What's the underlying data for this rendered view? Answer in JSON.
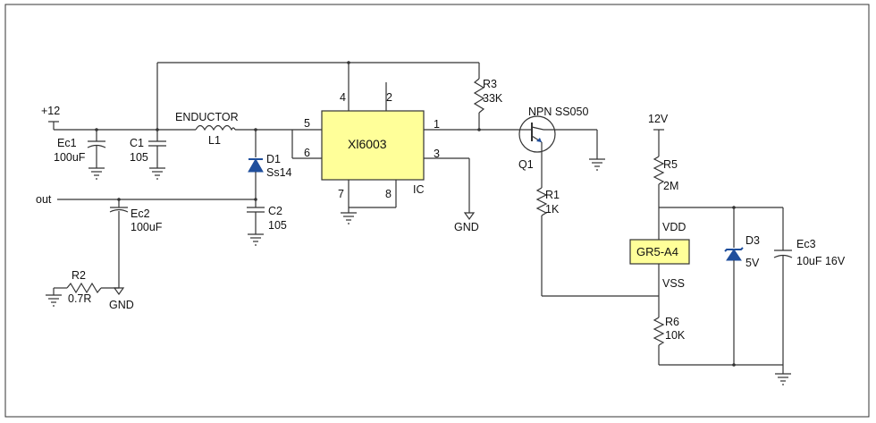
{
  "colors": {
    "ic_fill": "#ffff99",
    "module_fill": "#ffff99",
    "diode_fill": "#1f4e9c",
    "wire": "#333333"
  },
  "labels": {
    "vin": "+12",
    "ec1_name": "Ec1",
    "ec1_value": "100uF",
    "c1_name": "C1",
    "c1_value": "105",
    "inductor_title": "ENDUCTOR",
    "l1_name": "L1",
    "d1_name": "D1",
    "d1_value": "Ss14",
    "c2_name": "C2",
    "c2_value": "105",
    "out": "out",
    "ec2_name": "Ec2",
    "ec2_value": "100uF",
    "r2_name": "R2",
    "r2_value": "0.7R",
    "gnd1": "GND",
    "ic_name": "Xl6003",
    "ic_tag": "IC",
    "pin1": "1",
    "pin2": "2",
    "pin3": "3",
    "pin4": "4",
    "pin5": "5",
    "pin6": "6",
    "pin7": "7",
    "pin8": "8",
    "gnd2": "GND",
    "r3_name": "R3",
    "r3_value": "33K",
    "q1_type": "NPN SS050",
    "q1_name": "Q1",
    "r1_name": "R1",
    "r1_value": "1K",
    "v12": "12V",
    "r5_name": "R5",
    "r5_value": "2M",
    "vdd": "VDD",
    "module_name": "GR5-A4",
    "vss": "VSS",
    "d3_name": "D3",
    "d3_value": "5V",
    "ec3_name": "Ec3",
    "ec3_value": "10uF 16V",
    "r6_name": "R6",
    "r6_value": "10K"
  }
}
